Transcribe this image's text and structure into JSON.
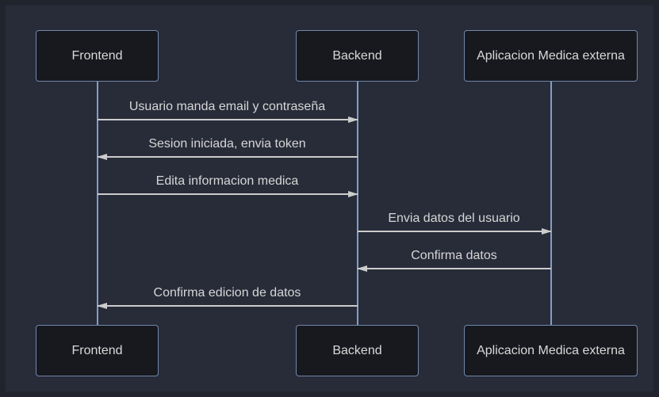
{
  "diagram": {
    "type": "sequence-diagram",
    "theme": "dark",
    "colors": {
      "background": "#282c39",
      "actor_fill": "#17191e",
      "actor_border": "#7088ac",
      "lifeline": "#829ec7",
      "message_line": "#cccccc",
      "text": "#d6d6d6"
    },
    "actors": [
      {
        "id": "frontend",
        "name": "Frontend"
      },
      {
        "id": "backend",
        "name": "Backend"
      },
      {
        "id": "externa",
        "name": "Aplicacion Medica externa"
      }
    ],
    "messages": [
      {
        "from": "Frontend",
        "to": "Backend",
        "direction": "right",
        "label": "Usuario manda email y contraseña"
      },
      {
        "from": "Backend",
        "to": "Frontend",
        "direction": "left",
        "label": "Sesion iniciada, envia token"
      },
      {
        "from": "Frontend",
        "to": "Backend",
        "direction": "right",
        "label": "Edita informacion medica"
      },
      {
        "from": "Backend",
        "to": "Aplicacion Medica externa",
        "direction": "right",
        "label": "Envia datos del usuario"
      },
      {
        "from": "Aplicacion Medica externa",
        "to": "Backend",
        "direction": "left",
        "label": "Confirma datos"
      },
      {
        "from": "Backend",
        "to": "Frontend",
        "direction": "left",
        "label": "Confirma edicion de datos"
      }
    ]
  }
}
